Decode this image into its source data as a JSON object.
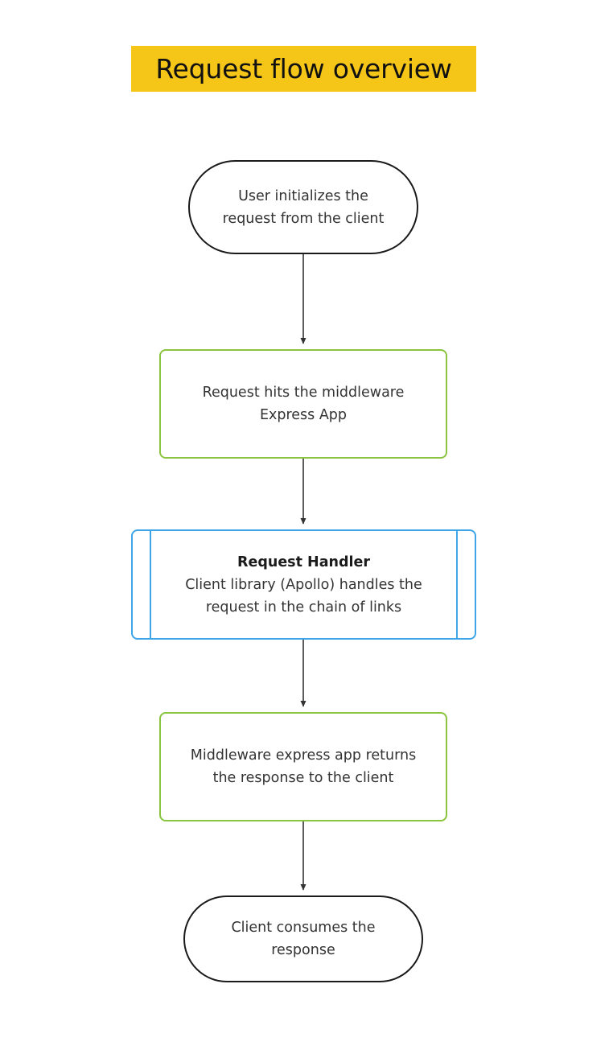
{
  "title": {
    "text": "Request flow overview",
    "highlight_color": "#f5c518",
    "text_color": "#111111"
  },
  "palette": {
    "green": "#8bc53f",
    "blue": "#3da5e8",
    "black": "#1a1a1a",
    "arrow": "#333333",
    "text": "#333333",
    "background": "#ffffff"
  },
  "diagram": {
    "type": "flowchart",
    "direction": "top-to-bottom",
    "nodes": [
      {
        "id": "start",
        "shape": "stadium",
        "border_color": "#1a1a1a",
        "label": "User initializes the\nrequest from the client"
      },
      {
        "id": "middleware",
        "shape": "rounded-rect",
        "border_color": "#8bc53f",
        "label": "Request hits the middleware\nExpress App"
      },
      {
        "id": "handler",
        "shape": "subroutine",
        "border_color": "#3da5e8",
        "title": "Request Handler",
        "label": "Client library (Apollo) handles the\nrequest in the chain of links"
      },
      {
        "id": "response",
        "shape": "rounded-rect",
        "border_color": "#8bc53f",
        "label": "Middleware express app returns\nthe response to the client"
      },
      {
        "id": "end",
        "shape": "stadium",
        "border_color": "#1a1a1a",
        "label": "Client consumes the\nresponse"
      }
    ],
    "edges": [
      {
        "from": "start",
        "to": "middleware",
        "style": "arrow",
        "label": ""
      },
      {
        "from": "middleware",
        "to": "handler",
        "style": "arrow",
        "label": ""
      },
      {
        "from": "handler",
        "to": "response",
        "style": "arrow",
        "label": ""
      },
      {
        "from": "response",
        "to": "end",
        "style": "arrow",
        "label": ""
      }
    ]
  }
}
